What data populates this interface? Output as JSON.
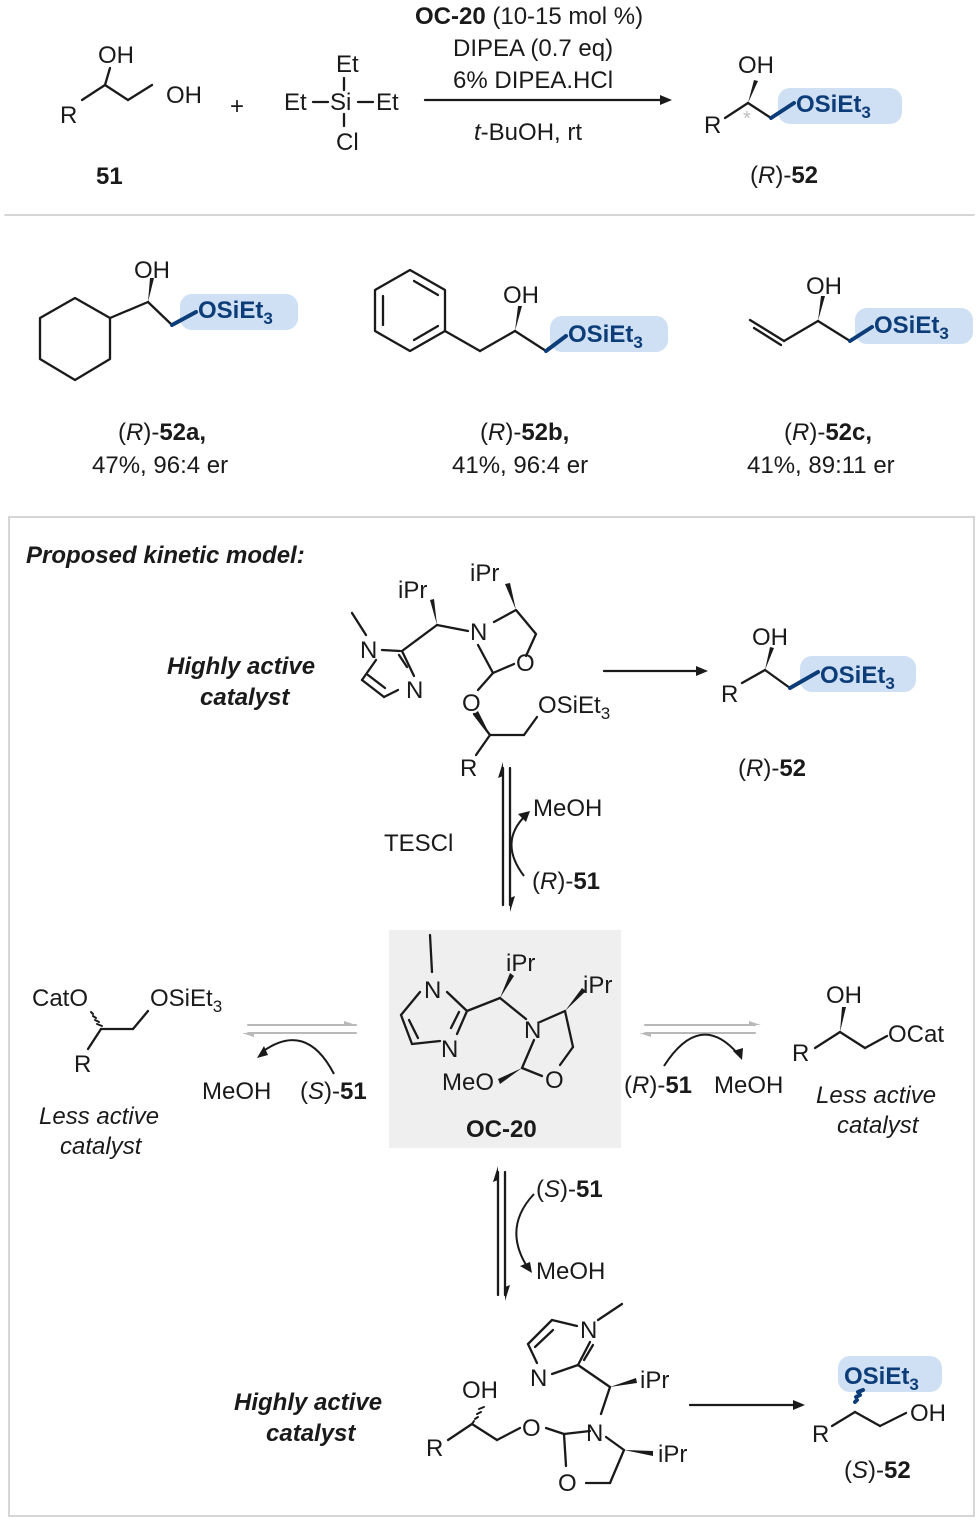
{
  "reaction": {
    "catalyst_name": "OC-20",
    "catalyst_loading": " (10-15 mol %)",
    "base": "DIPEA (0.7 eq)",
    "additive": "6% DIPEA.HCl",
    "solvent_prefix": "t",
    "solvent_rest": "-BuOH, rt",
    "plus": "+",
    "reactant_diol_id": "51",
    "reactant_silane": {
      "top": "Et",
      "left": "Et",
      "center": "Si",
      "right": "Et",
      "bottom": "Cl"
    },
    "product_config": "R",
    "product_id": "52",
    "asterisk": "*"
  },
  "atoms": {
    "OH": "OH",
    "R": "R",
    "OSiEt": "OSiEt",
    "sub3": "3",
    "N": "N",
    "O": "O",
    "iPr": "iPr",
    "MeO": "MeO",
    "CatO": "CatO",
    "OCat": "OCat"
  },
  "examples": [
    {
      "config": "R",
      "id": "52a,",
      "result": "47%, 96:4 er"
    },
    {
      "config": "R",
      "id": "52b,",
      "result": "41%, 96:4 er"
    },
    {
      "config": "R",
      "id": "52c,",
      "result": "41%, 89:11 er"
    }
  ],
  "model": {
    "title": "Proposed kinetic model:",
    "highly_active_line1": "Highly active",
    "highly_active_line2": "catalyst",
    "less_active_line1": "Less active",
    "less_active_line2": "catalyst",
    "catalyst_label": "OC-20",
    "top_product_config": "R",
    "top_product_id": "52",
    "bottom_product_config": "S",
    "bottom_product_id": "52",
    "tescl": "TESCl",
    "meoh": "MeOH",
    "r51_config": "R",
    "s51_config": "S",
    "diol_id": "51"
  }
}
